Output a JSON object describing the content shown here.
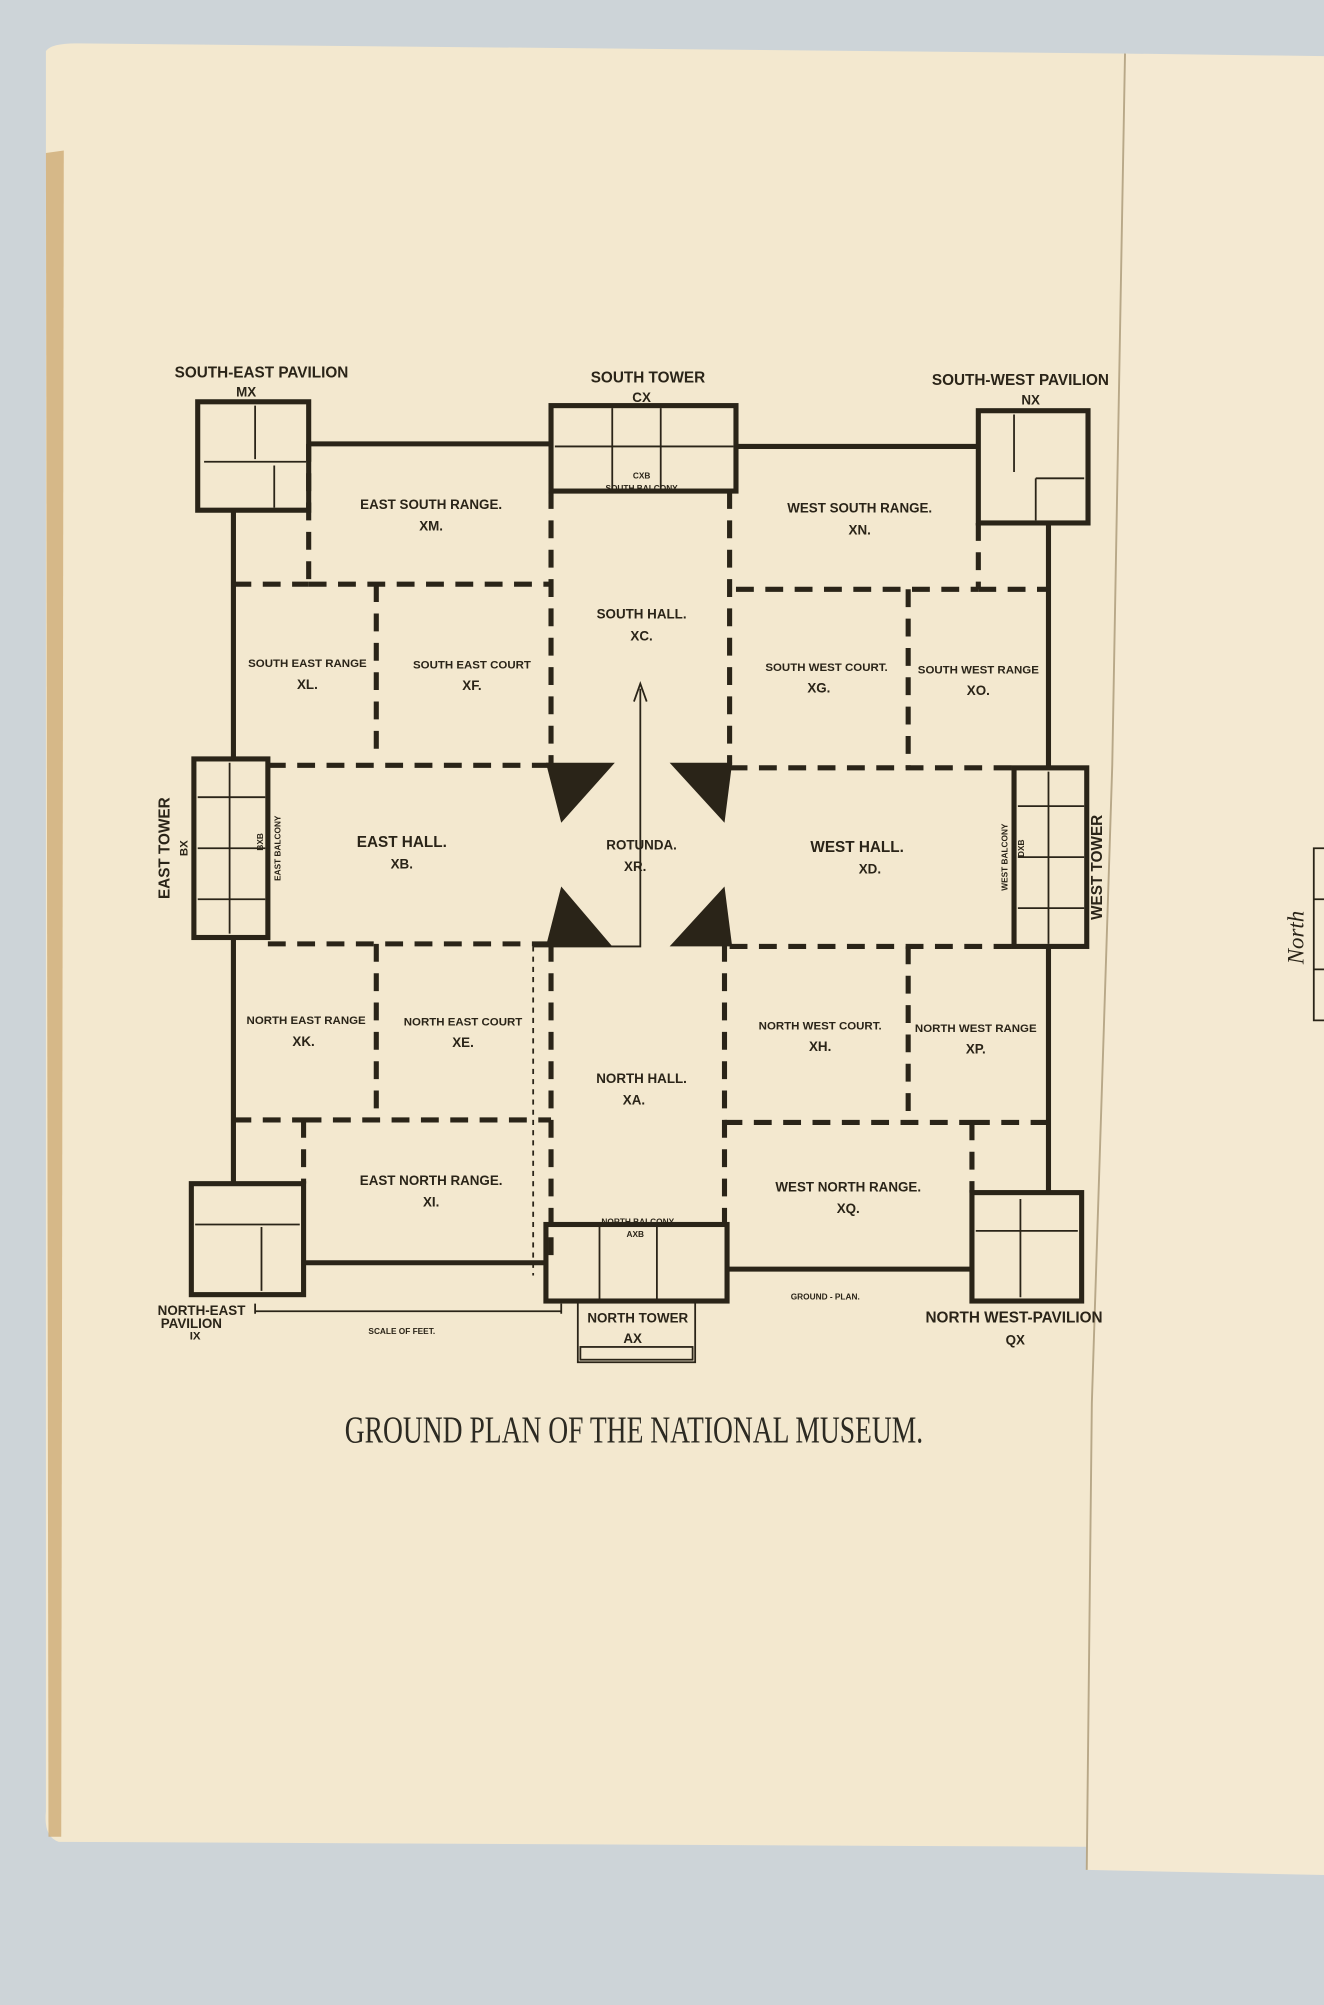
{
  "title": "GROUND PLAN OF THE NATIONAL MUSEUM.",
  "colors": {
    "paper": "#f3e8cf",
    "ink": "#2a2418",
    "background": "#cdd4d8"
  },
  "exterior_labels": {
    "south_east_pavilion": "SOUTH-EAST PAVILION",
    "south_east_pavilion_code": "MX",
    "south_tower": "SOUTH TOWER",
    "south_tower_code": "CX",
    "south_west_pavilion": "SOUTH-WEST PAVILION",
    "south_west_pavilion_code": "NX",
    "east_tower": "EAST TOWER",
    "east_tower_code": "BX",
    "west_tower": "WEST TOWER",
    "north_east_pavilion_1": "NORTH-EAST",
    "north_east_pavilion_2": "PAVILION",
    "north_east_pavilion_code": "IX",
    "north_tower": "NORTH TOWER",
    "north_tower_code": "AX",
    "north_west_pavilion": "NORTH WEST-PAVILION",
    "north_west_pavilion_code": "QX"
  },
  "balconies": {
    "south": "SOUTH BALCONY",
    "south_code": "CXB",
    "north": "NORTH BALCONY",
    "north_code": "AXB",
    "east": "EAST BALCONY",
    "east_code": "BXB",
    "west": "WEST BALCONY",
    "west_code": "DXB"
  },
  "rooms": {
    "east_south_range": {
      "name": "EAST SOUTH RANGE.",
      "code": "XM."
    },
    "west_south_range": {
      "name": "WEST SOUTH RANGE.",
      "code": "XN."
    },
    "south_hall": {
      "name": "SOUTH HALL.",
      "code": "XC."
    },
    "south_east_range": {
      "name": "SOUTH EAST RANGE",
      "code": "XL."
    },
    "south_east_court": {
      "name": "SOUTH EAST COURT",
      "code": "XF."
    },
    "south_west_court": {
      "name": "SOUTH WEST COURT.",
      "code": "XG."
    },
    "south_west_range": {
      "name": "SOUTH WEST RANGE",
      "code": "XO."
    },
    "east_hall": {
      "name": "EAST HALL.",
      "code": "XB."
    },
    "rotunda": {
      "name": "ROTUNDA.",
      "code": "XR."
    },
    "west_hall": {
      "name": "WEST HALL.",
      "code": "XD."
    },
    "north_east_range": {
      "name": "NORTH EAST RANGE",
      "code": "XK."
    },
    "north_east_court": {
      "name": "NORTH EAST COURT",
      "code": "XE."
    },
    "north_west_court": {
      "name": "NORTH WEST COURT.",
      "code": "XH."
    },
    "north_west_range": {
      "name": "NORTH WEST RANGE",
      "code": "XP."
    },
    "north_hall": {
      "name": "NORTH HALL.",
      "code": "XA."
    },
    "east_north_range": {
      "name": "EAST NORTH RANGE.",
      "code": "XI."
    },
    "west_north_range": {
      "name": "WEST NORTH RANGE.",
      "code": "XQ."
    }
  },
  "ground_plan_label": "GROUND - PLAN.",
  "scale_label": "SCALE OF FEET.",
  "right_page": {
    "compass_text": "North"
  }
}
